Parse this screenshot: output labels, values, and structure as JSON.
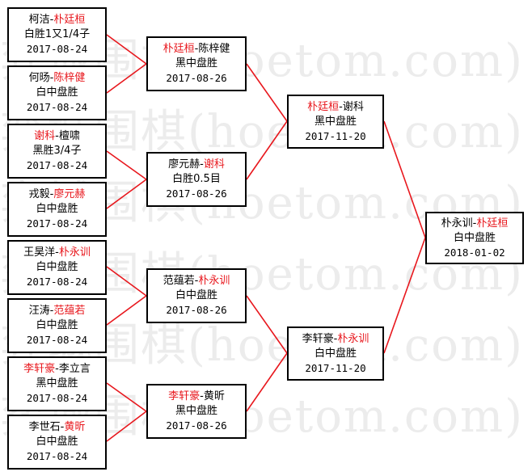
{
  "watermark": {
    "text": "弈城围棋(hoetom.com)"
  },
  "colors": {
    "winner": "#e8171d",
    "line": "#e8171d",
    "border": "#000000",
    "watermark": "#ececec"
  },
  "round1": [
    {
      "p1": "柯洁",
      "p2": "朴廷桓",
      "result": "白胜1又1/4子",
      "date": "2017-08-24"
    },
    {
      "p1": "何旸",
      "p2": "陈梓健",
      "result": "白中盘胜",
      "date": "2017-08-24"
    },
    {
      "p1": "谢科",
      "p2": "檀啸",
      "result": "黑胜3/4子",
      "date": "2017-08-24"
    },
    {
      "p1": "戎毅",
      "p2": "廖元赫",
      "result": "白中盘胜",
      "date": "2017-08-24"
    },
    {
      "p1": "王昊洋",
      "p2": "朴永训",
      "result": "白中盘胜",
      "date": "2017-08-24"
    },
    {
      "p1": "汪涛",
      "p2": "范蕴若",
      "result": "白中盘胜",
      "date": "2017-08-24"
    },
    {
      "p1": "李轩豪",
      "p2": "李立言",
      "result": "黑中盘胜",
      "date": "2017-08-24"
    },
    {
      "p1": "李世石",
      "p2": "黄昕",
      "result": "白中盘胜",
      "date": "2017-08-24"
    }
  ],
  "round2": [
    {
      "p1": "朴廷桓",
      "p2": "陈梓健",
      "result": "黑中盘胜",
      "date": "2017-08-26"
    },
    {
      "p1": "廖元赫",
      "p2": "谢科",
      "result": "白胜0.5目",
      "date": "2017-08-26"
    },
    {
      "p1": "范蕴若",
      "p2": "朴永训",
      "result": "白中盘胜",
      "date": "2017-08-26"
    },
    {
      "p1": "李轩豪",
      "p2": "黄昕",
      "result": "黑中盘胜",
      "date": "2017-08-26"
    }
  ],
  "round3": [
    {
      "p1": "朴廷桓",
      "p2": "谢科",
      "result": "黑中盘胜",
      "date": "2017-11-20"
    },
    {
      "p1": "李轩豪",
      "p2": "朴永训",
      "result": "白中盘胜",
      "date": "2017-11-20"
    }
  ],
  "final": {
    "p1": "朴永训",
    "p2": "朴廷桓",
    "result": "白中盘胜",
    "date": "2018-01-02"
  }
}
